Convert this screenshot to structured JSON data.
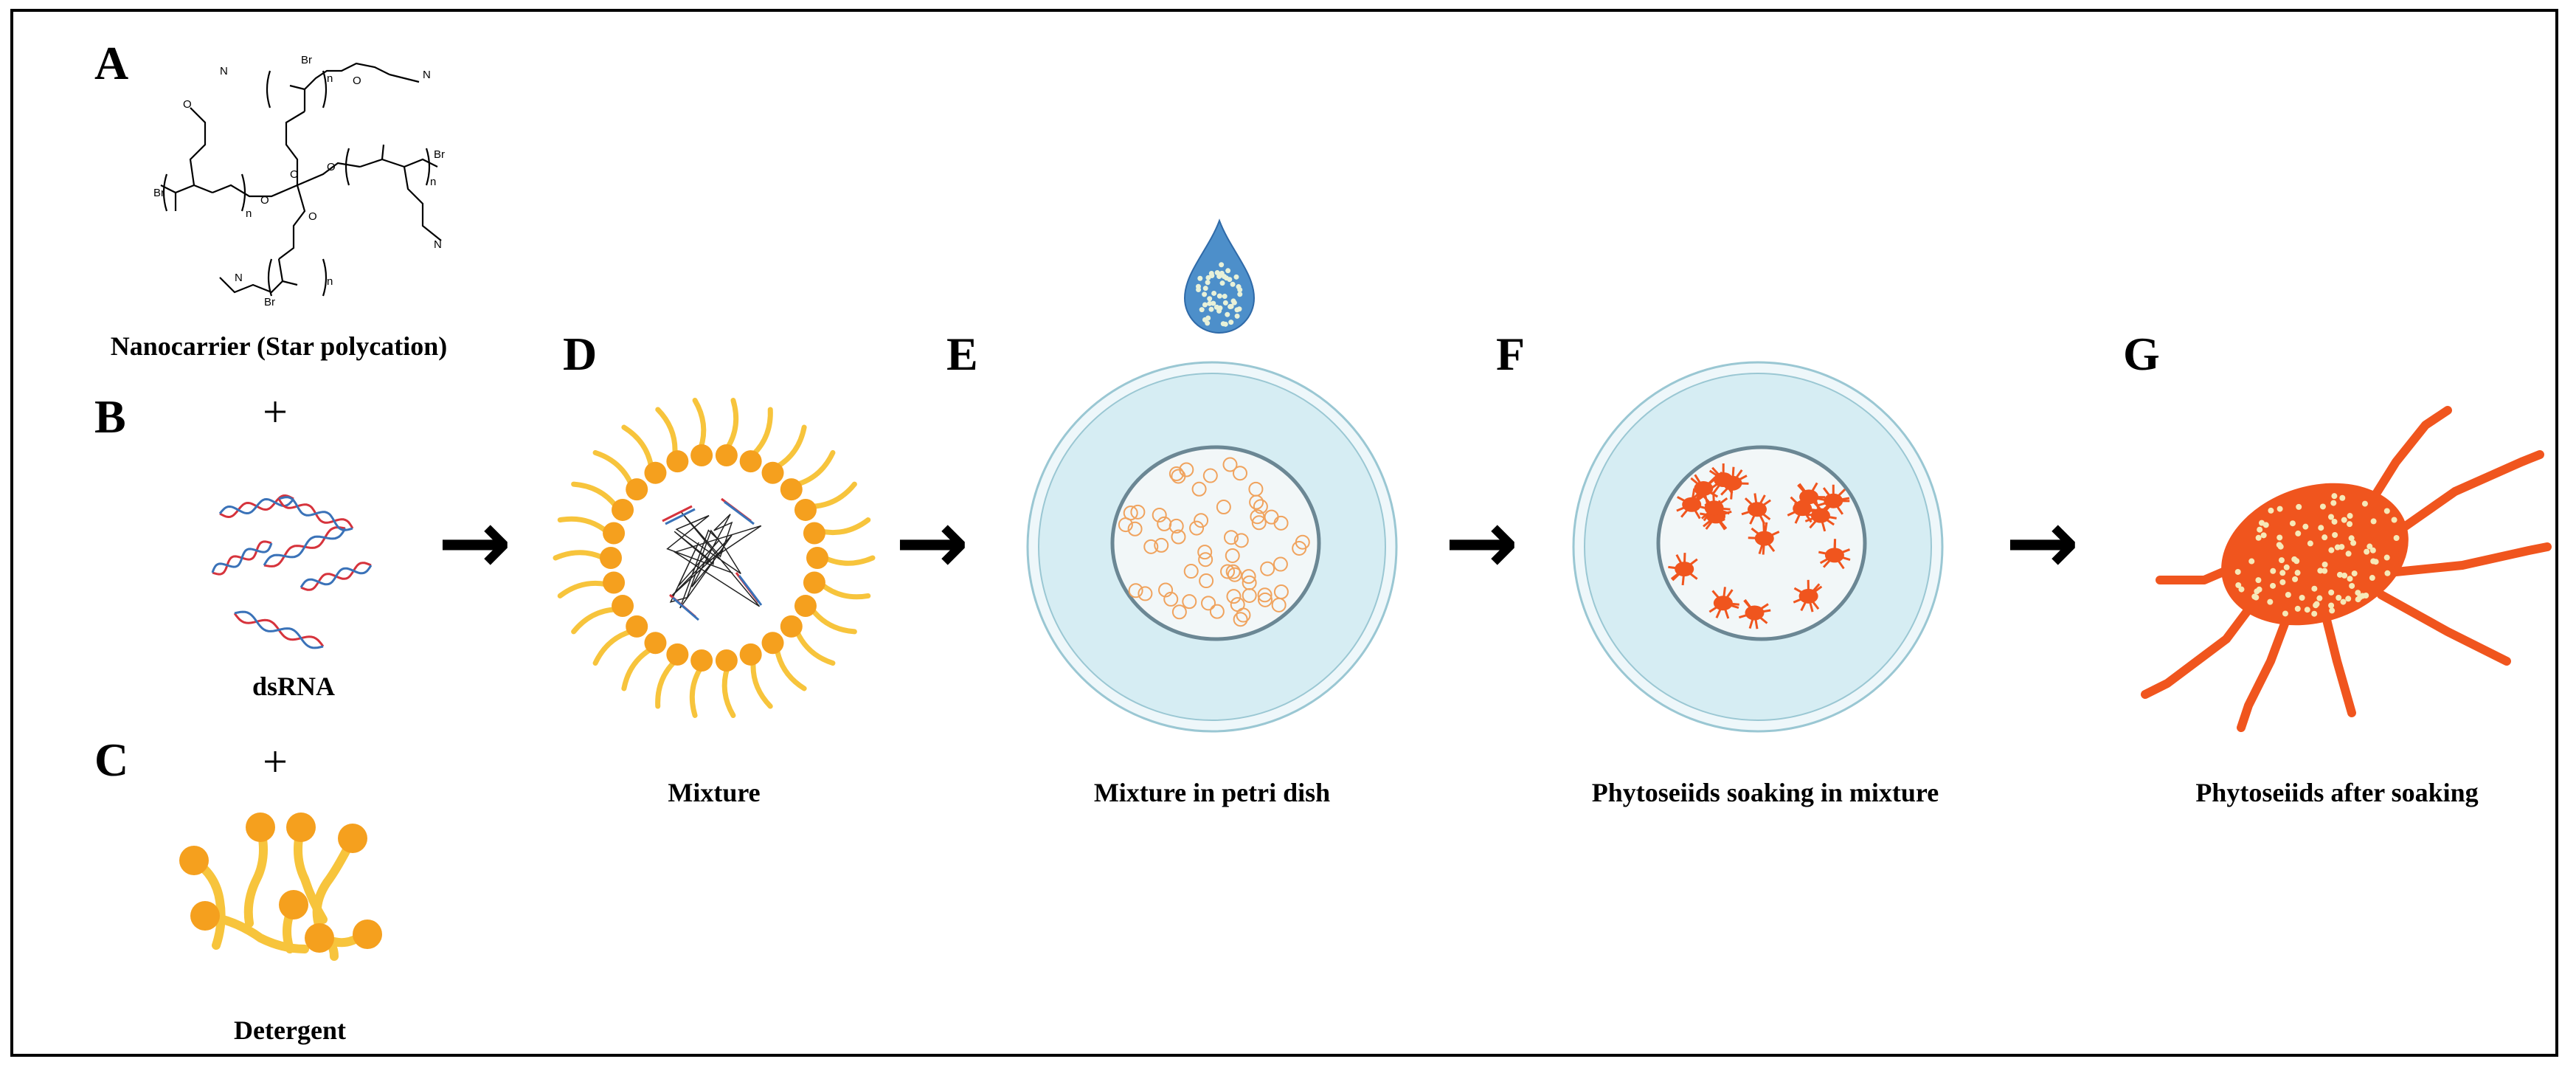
{
  "panels": {
    "A": {
      "letter": "A",
      "caption": "Nanocarrier (Star polycation)",
      "atoms": {
        "n": "N",
        "o": "O",
        "br": "Br",
        "sub_n": "n"
      }
    },
    "B": {
      "letter": "B",
      "operator": "+",
      "caption": "dsRNA"
    },
    "C": {
      "letter": "C",
      "operator": "+",
      "caption": "Detergent"
    },
    "D": {
      "letter": "D",
      "caption": "Mixture"
    },
    "E": {
      "letter": "E",
      "caption": "Mixture in petri dish"
    },
    "F": {
      "letter": "F",
      "caption": "Phytoseiids soaking in mixture"
    },
    "G": {
      "letter": "G",
      "caption": "Phytoseiids after soaking"
    }
  },
  "arrows": [
    "→",
    "→",
    "→",
    "→"
  ],
  "colors": {
    "detergent_head": "#f5a01e",
    "detergent_tail": "#f7c43c",
    "dish_fill": "#d6edf3",
    "dish_rim": "#9ac7d3",
    "drop_blue": "#4d8fca",
    "mite_orange": "#f0551e",
    "dna_red": "#d6333c",
    "dna_blue": "#3a72b8"
  }
}
